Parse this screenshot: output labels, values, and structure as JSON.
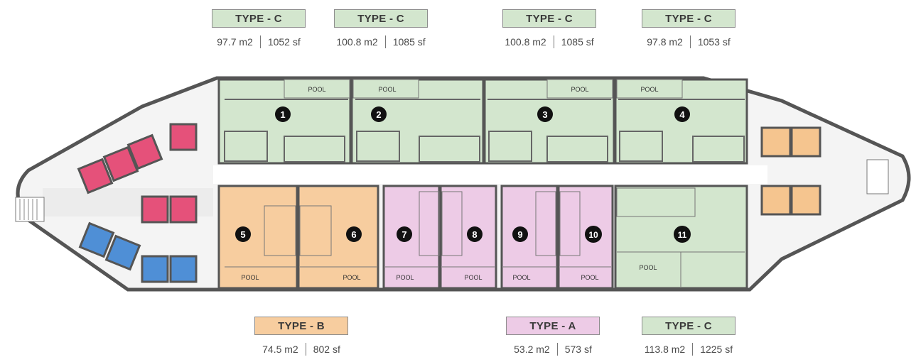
{
  "types_top": [
    {
      "label": "TYPE - C",
      "m2": "97.7 m2",
      "sf": "1052 sf"
    },
    {
      "label": "TYPE - C",
      "m2": "100.8 m2",
      "sf": "1085 sf"
    },
    {
      "label": "TYPE - C",
      "m2": "100.8 m2",
      "sf": "1085 sf"
    },
    {
      "label": "TYPE - C",
      "m2": "97.8 m2",
      "sf": "1053 sf"
    }
  ],
  "types_bottom": [
    {
      "label": "TYPE - B",
      "m2": "74.5 m2",
      "sf": "802 sf"
    },
    {
      "label": "TYPE - A",
      "m2": "53.2 m2",
      "sf": "573 sf"
    },
    {
      "label": "TYPE - C",
      "m2": "113.8 m2",
      "sf": "1225 sf"
    }
  ],
  "units": [
    "1",
    "2",
    "3",
    "4",
    "5",
    "6",
    "7",
    "8",
    "9",
    "10",
    "11"
  ],
  "pool_label": "POOL",
  "colors": {
    "type_a": "#edcbe6",
    "type_b": "#f7cd9f",
    "type_c": "#d3e6ce",
    "lift_red": "#e5517a",
    "lift_blue": "#4f8fd6",
    "lift_orange": "#f5c58f",
    "wall": "#555555",
    "core": "#e9e9e9"
  }
}
